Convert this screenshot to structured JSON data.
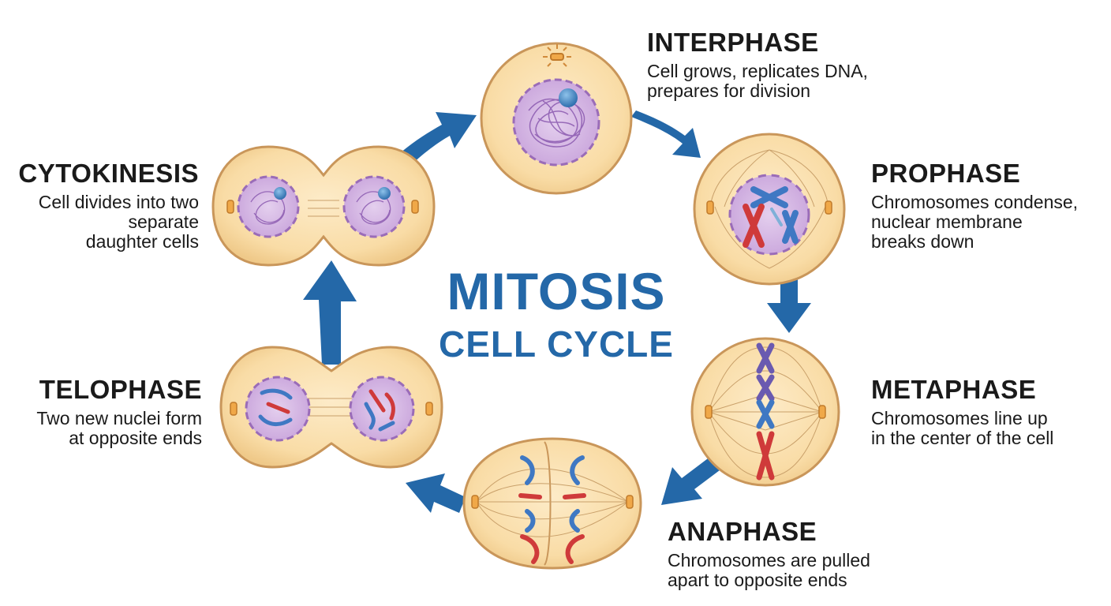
{
  "center": {
    "line1": "MITOSIS",
    "line2": "CELL CYCLE"
  },
  "phases": {
    "interphase": {
      "title": "INTERPHASE",
      "line1": "Cell grows, replicates DNA,",
      "line2": "prepares for division"
    },
    "prophase": {
      "title": "PROPHASE",
      "line1": "Chromosomes condense,",
      "line2": "nuclear membrane",
      "line3": "breaks down"
    },
    "metaphase": {
      "title": "METAPHASE",
      "line1": "Chromosomes line up",
      "line2": "in the center of the cell"
    },
    "anaphase": {
      "title": "ANAPHASE",
      "line1": "Chromosomes are pulled",
      "line2": "apart to opposite ends"
    },
    "telophase": {
      "title": "TELOPHASE",
      "line1": "Two new nuclei form",
      "line2": "at opposite ends"
    },
    "cytokinesis": {
      "title": "CYTOKINESIS",
      "line1": "Cell divides into two",
      "line2": "separate",
      "line3": "daughter cells"
    }
  },
  "colors": {
    "arrow": "#2468a8",
    "cell_fill": "#f9deaa",
    "cell_stroke": "#c9965a",
    "nucleus_fill": "#d6b8e0",
    "nucleus_stroke": "#9a6cb8",
    "chromosome_blue": "#3f78c3",
    "chromosome_red": "#cf3a3a",
    "nucleolus": "#4a90c8"
  }
}
